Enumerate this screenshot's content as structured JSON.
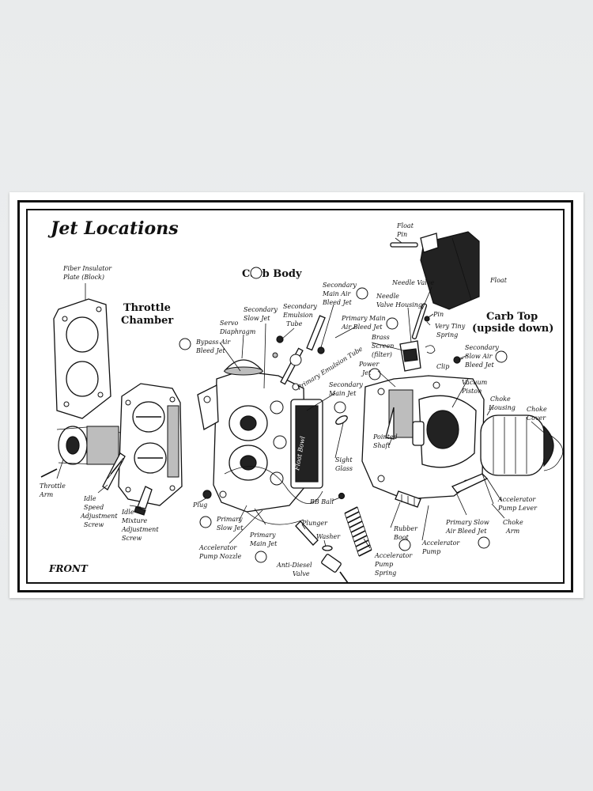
{
  "title": "Jet Locations",
  "footer": "FRONT",
  "sections": {
    "throttle_chamber": [
      "Throttle",
      "Chamber"
    ],
    "carb_body": "Carb Body",
    "carb_top": [
      "Carb Top",
      "(upside down)"
    ]
  },
  "labels": {
    "fiber_insulator": [
      "Fiber Insulator",
      "Plate (Block)"
    ],
    "throttle_arm": [
      "Throttle",
      "Arm"
    ],
    "idle_speed": [
      "Idle",
      "Speed",
      "Adjustment",
      "Screw"
    ],
    "idle_mixture": [
      "Idle",
      "Mixture",
      "Adjustment",
      "Screw"
    ],
    "bypass_air": [
      "Bypass Air",
      "Bleed Jet"
    ],
    "servo_diaphragm": [
      "Servo",
      "Diaphragm"
    ],
    "secondary_slow_jet": [
      "Secondary",
      "Slow Jet"
    ],
    "secondary_emulsion": [
      "Secondary",
      "Emulsion",
      "Tube"
    ],
    "secondary_main_air": [
      "Secondary",
      "Main Air",
      "Bleed Jet"
    ],
    "primary_main_air": [
      "Primary Main",
      "Air Bleed Jet"
    ],
    "primary_emulsion": "Primary Emulsion Tube",
    "secondary_main_jet": [
      "Secondary",
      "Main Jet"
    ],
    "float_bowl": "Float Bowl",
    "sight_glass": [
      "Sight",
      "Glass"
    ],
    "plug": "Plug",
    "primary_slow_jet": [
      "Primary",
      "Slow Jet"
    ],
    "primary_main_jet": [
      "Primary",
      "Main Jet"
    ],
    "accelerator_pump_nozzle": [
      "Accelerator",
      "Pump Nozzle"
    ],
    "bb_ball": "BB Ball",
    "plunger": "Plunger",
    "washer": "Washer",
    "anti_diesel": [
      "Anti-Diesel",
      "Valve"
    ],
    "accelerator_pump_spring": [
      "Accelerator",
      "Pump",
      "Spring"
    ],
    "float_pin": [
      "Float",
      "Pin"
    ],
    "float": "Float",
    "needle_valve": "Needle Valve",
    "needle_valve_housing": [
      "Needle",
      "Valve Housing"
    ],
    "pin": "Pin",
    "very_tiny_spring": [
      "Very Tiny",
      "Spring"
    ],
    "brass_screen": [
      "Brass",
      "Screen",
      "(filter)"
    ],
    "power_jet": [
      "Power",
      "Jet"
    ],
    "secondary_slow_air": [
      "Secondary",
      "Slow Air",
      "Bleed Jet"
    ],
    "clip": "Clip",
    "vacuum_piston": [
      "Vacuum",
      "Piston"
    ],
    "choke_housing": [
      "Choke",
      "Housing"
    ],
    "choke_cover": [
      "Choke",
      "Cover"
    ],
    "pointed_shaft": [
      "Pointed",
      "Shaft"
    ],
    "rubber_boot": [
      "Rubber",
      "Boot"
    ],
    "accelerator_pump": [
      "Accelerator",
      "Pump"
    ],
    "primary_slow_air": [
      "Primary Slow",
      "Air Bleed Jet"
    ],
    "accelerator_pump_lever": [
      "Accelerator",
      "Pump Lever"
    ],
    "choke_arm": [
      "Choke",
      "Arm"
    ]
  }
}
